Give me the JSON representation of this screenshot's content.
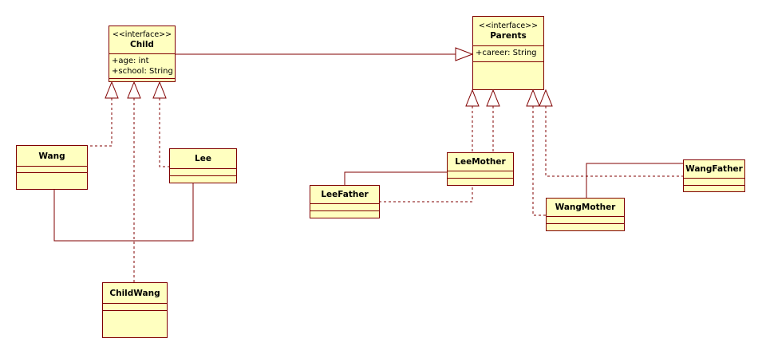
{
  "colors": {
    "border": "#800000",
    "fill": "#ffffc0",
    "background": "#ffffff"
  },
  "classes": {
    "child": {
      "stereotype": "<<interface>>",
      "name": "Child",
      "attributes": [
        "+age: int",
        "+school: String"
      ]
    },
    "parents": {
      "stereotype": "<<interface>>",
      "name": "Parents",
      "attributes": [
        "+career: String"
      ]
    },
    "wang": {
      "name": "Wang"
    },
    "lee": {
      "name": "Lee"
    },
    "childwang": {
      "name": "ChildWang"
    },
    "leemother": {
      "name": "LeeMother"
    },
    "leefather": {
      "name": "LeeFather"
    },
    "wangmother": {
      "name": "WangMother"
    },
    "wangfather": {
      "name": "WangFather"
    }
  },
  "relationships": [
    {
      "from": "Child",
      "to": "Parents",
      "kind": "generalization"
    },
    {
      "from": "Wang",
      "to": "Child",
      "kind": "realization"
    },
    {
      "from": "Lee",
      "to": "Child",
      "kind": "realization"
    },
    {
      "from": "ChildWang",
      "to": "Child",
      "kind": "realization"
    },
    {
      "from": "Wang",
      "to": "Lee",
      "kind": "association"
    },
    {
      "from": "LeeFather",
      "to": "Parents",
      "kind": "realization"
    },
    {
      "from": "LeeMother",
      "to": "Parents",
      "kind": "realization"
    },
    {
      "from": "WangMother",
      "to": "Parents",
      "kind": "realization"
    },
    {
      "from": "WangFather",
      "to": "Parents",
      "kind": "realization"
    },
    {
      "from": "LeeFather",
      "to": "LeeMother",
      "kind": "association"
    },
    {
      "from": "WangMother",
      "to": "WangFather",
      "kind": "association"
    }
  ]
}
